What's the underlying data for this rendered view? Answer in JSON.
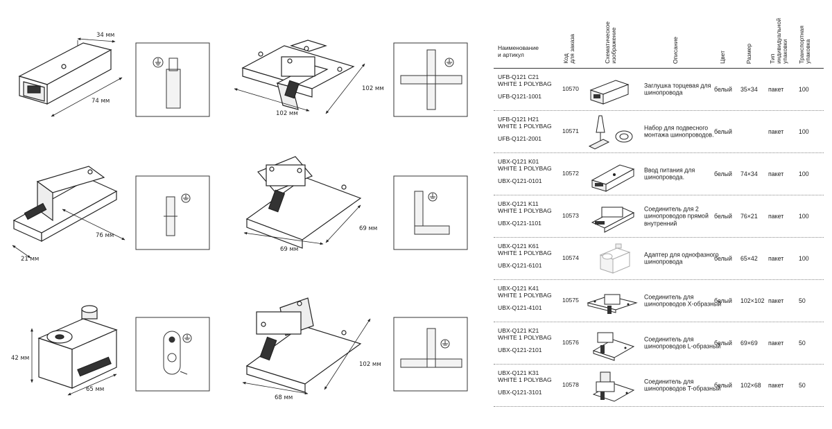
{
  "drawings": {
    "dims": {
      "cap_width": "34 мм",
      "cap_length": "74 мм",
      "x_h": "102 мм",
      "x_v": "102 мм",
      "adapter_len": "76 мм",
      "adapter_w": "21 мм",
      "l_h": "69 мм",
      "l_v": "69 мм",
      "mount_h": "42 мм",
      "mount_len": "65 мм",
      "t_h": "68 мм",
      "t_v": "102 мм"
    }
  },
  "table": {
    "headers": {
      "name": [
        "Наименование",
        "и артикул"
      ],
      "code": [
        "Код",
        "для заказа"
      ],
      "schematic": [
        "Схематическое",
        "изображение"
      ],
      "description": "Описание",
      "color": "Цвет",
      "size": "Размер",
      "pack_type": [
        "Тип",
        "индивидуальной",
        "упаковки"
      ],
      "transport": [
        "Транспортная",
        "упаковка"
      ]
    },
    "rows": [
      {
        "name1": "UFB-Q121 C21",
        "name2": "WHITE 1 POLYBAG",
        "art": "UFB-Q121-1001",
        "code": "10570",
        "icon": "end-cap-icon",
        "desc": "Заглушка торцевая для шинопровода",
        "color": "белый",
        "size": "35×34",
        "pack": "пакет",
        "qty": "100"
      },
      {
        "name1": "UFB-Q121 H21",
        "name2": "WHITE 1 POLYBAG",
        "art": "UFB-Q121-2001",
        "code": "10571",
        "icon": "suspension-kit-icon",
        "desc": "Набор для подвесного монтажа шинопроводов.",
        "color": "белый",
        "size": "",
        "pack": "пакет",
        "qty": "100"
      },
      {
        "name1": "UBX-Q121 K01",
        "name2": "WHITE 1 POLYBAG",
        "art": "UBX-Q121-0101",
        "code": "10572",
        "icon": "power-feed-icon",
        "desc": "Ввод питания для шинопровода.",
        "color": "белый",
        "size": "74×34",
        "pack": "пакет",
        "qty": "100"
      },
      {
        "name1": "UBX-Q121 K11",
        "name2": "WHITE 1 POLYBAG",
        "art": "UBX-Q121-1101",
        "code": "10573",
        "icon": "straight-connector-icon",
        "desc": "Соединитель для 2 шинопроводов прямой внутренний",
        "color": "белый",
        "size": "76×21",
        "pack": "пакет",
        "qty": "100"
      },
      {
        "name1": "UBX-Q121 K61",
        "name2": "WHITE 1 POLYBAG",
        "art": "UBX-Q121-6101",
        "code": "10574",
        "icon": "adapter-icon",
        "desc": "Адаптер для однофазного шинопровода",
        "color": "белый",
        "size": "65×42",
        "pack": "пакет",
        "qty": "100"
      },
      {
        "name1": "UBX-Q121 K41",
        "name2": "WHITE 1 POLYBAG",
        "art": "UBX-Q121-4101",
        "code": "10575",
        "icon": "x-connector-icon",
        "desc": "Соединитель для шинопроводов X-образный",
        "color": "белый",
        "size": "102×102",
        "pack": "пакет",
        "qty": "50"
      },
      {
        "name1": "UBX-Q121 K21",
        "name2": "WHITE 1 POLYBAG",
        "art": "UBX-Q121-2101",
        "code": "10576",
        "icon": "l-connector-icon",
        "desc": "Соединитель для шинопроводов L-образный",
        "color": "белый",
        "size": "69×69",
        "pack": "пакет",
        "qty": "50"
      },
      {
        "name1": "UBX-Q121 K31",
        "name2": "WHITE 1 POLYBAG",
        "art": "UBX-Q121-3101",
        "code": "10578",
        "icon": "t-connector-icon",
        "desc": "Соединитель для шинопроводов T-образный",
        "color": "белый",
        "size": "102×68",
        "pack": "пакет",
        "qty": "50"
      }
    ]
  }
}
